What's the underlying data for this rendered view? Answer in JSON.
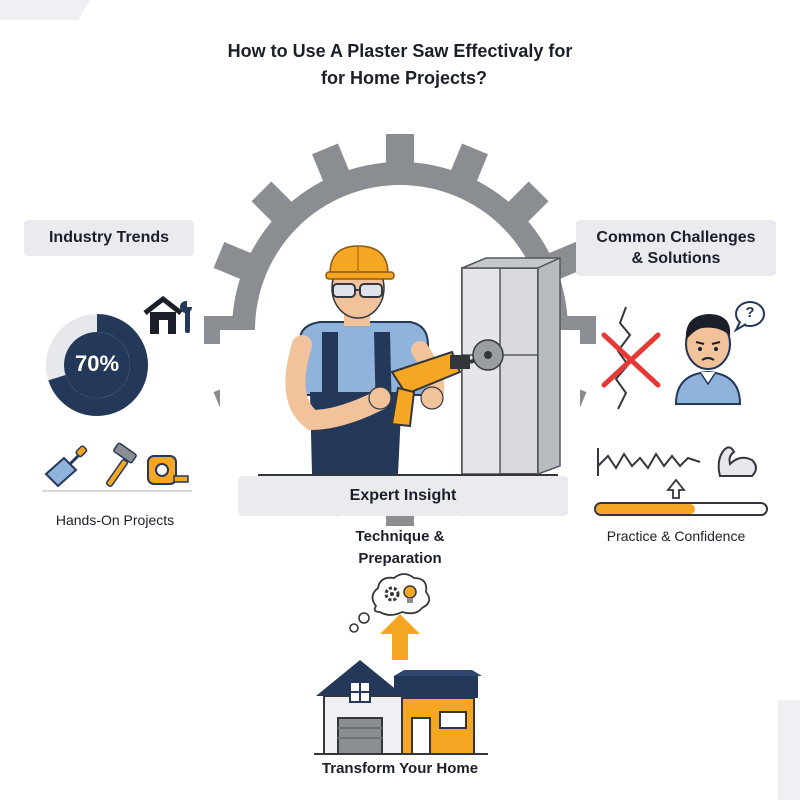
{
  "title": {
    "line1": "How to Use A Plaster Saw Effectivaly for",
    "line2": "for Home Projects?"
  },
  "left": {
    "heading": "Industry Trends",
    "percent_label": "70%",
    "percent_value": 70,
    "caption": "Hands-On Projects",
    "icons": [
      "house-wrench-icon",
      "trowel-icon",
      "hammer-icon",
      "tape-measure-icon"
    ]
  },
  "center": {
    "box_label": "Expert Insight",
    "subtitle_line1": "Technique &",
    "subtitle_line2": "Preparation",
    "caption": "Transform Your Home"
  },
  "right": {
    "heading_line1": "Common Challenges",
    "heading_line2": "& Solutions",
    "caption": "Practice & Confidence",
    "progress_fraction": 0.58,
    "question_mark": "?"
  },
  "colors": {
    "navy": "#24385a",
    "accent": "#f5a623",
    "gear": "#8a8d91",
    "red": "#e53935",
    "label_bg": "#e9ebee",
    "skin": "#f2c29b",
    "shirt": "#8fb3da"
  }
}
